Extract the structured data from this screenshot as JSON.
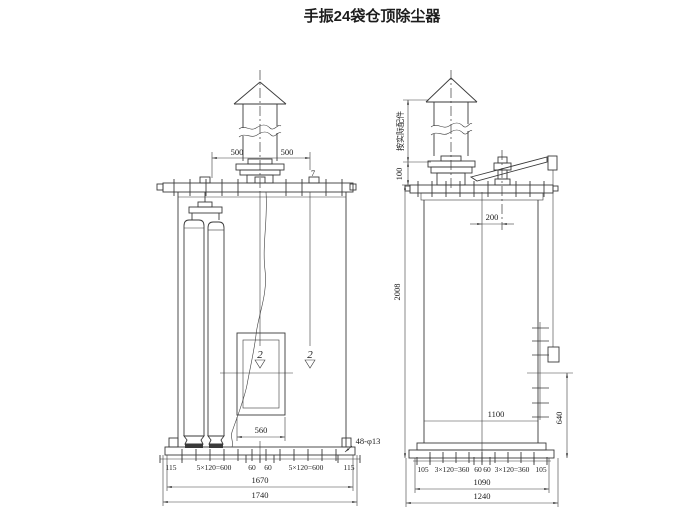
{
  "title": "手振24袋仓顶除尘器",
  "front_view": {
    "dims": {
      "d500_left": "500",
      "d500_right": "500",
      "part_no": "7",
      "door_width": "560",
      "bolt_holes": "48-φ13",
      "row1": [
        "115",
        "5×120=600",
        "60",
        "60",
        "5×120=600",
        "115"
      ],
      "inner_span": "1670",
      "overall": "1740"
    },
    "section_marks": [
      "2",
      "2"
    ]
  },
  "side_view": {
    "dims": {
      "stack_note": "按实际配件",
      "neck_height": "100",
      "total_height": "2008",
      "lever_offset": "200",
      "shell_width": "1100",
      "handle_height": "640",
      "row1": [
        "105",
        "3×120=360",
        "60",
        "60",
        "3×120=360",
        "105"
      ],
      "bolt_span": "1090",
      "overall": "1240"
    }
  }
}
